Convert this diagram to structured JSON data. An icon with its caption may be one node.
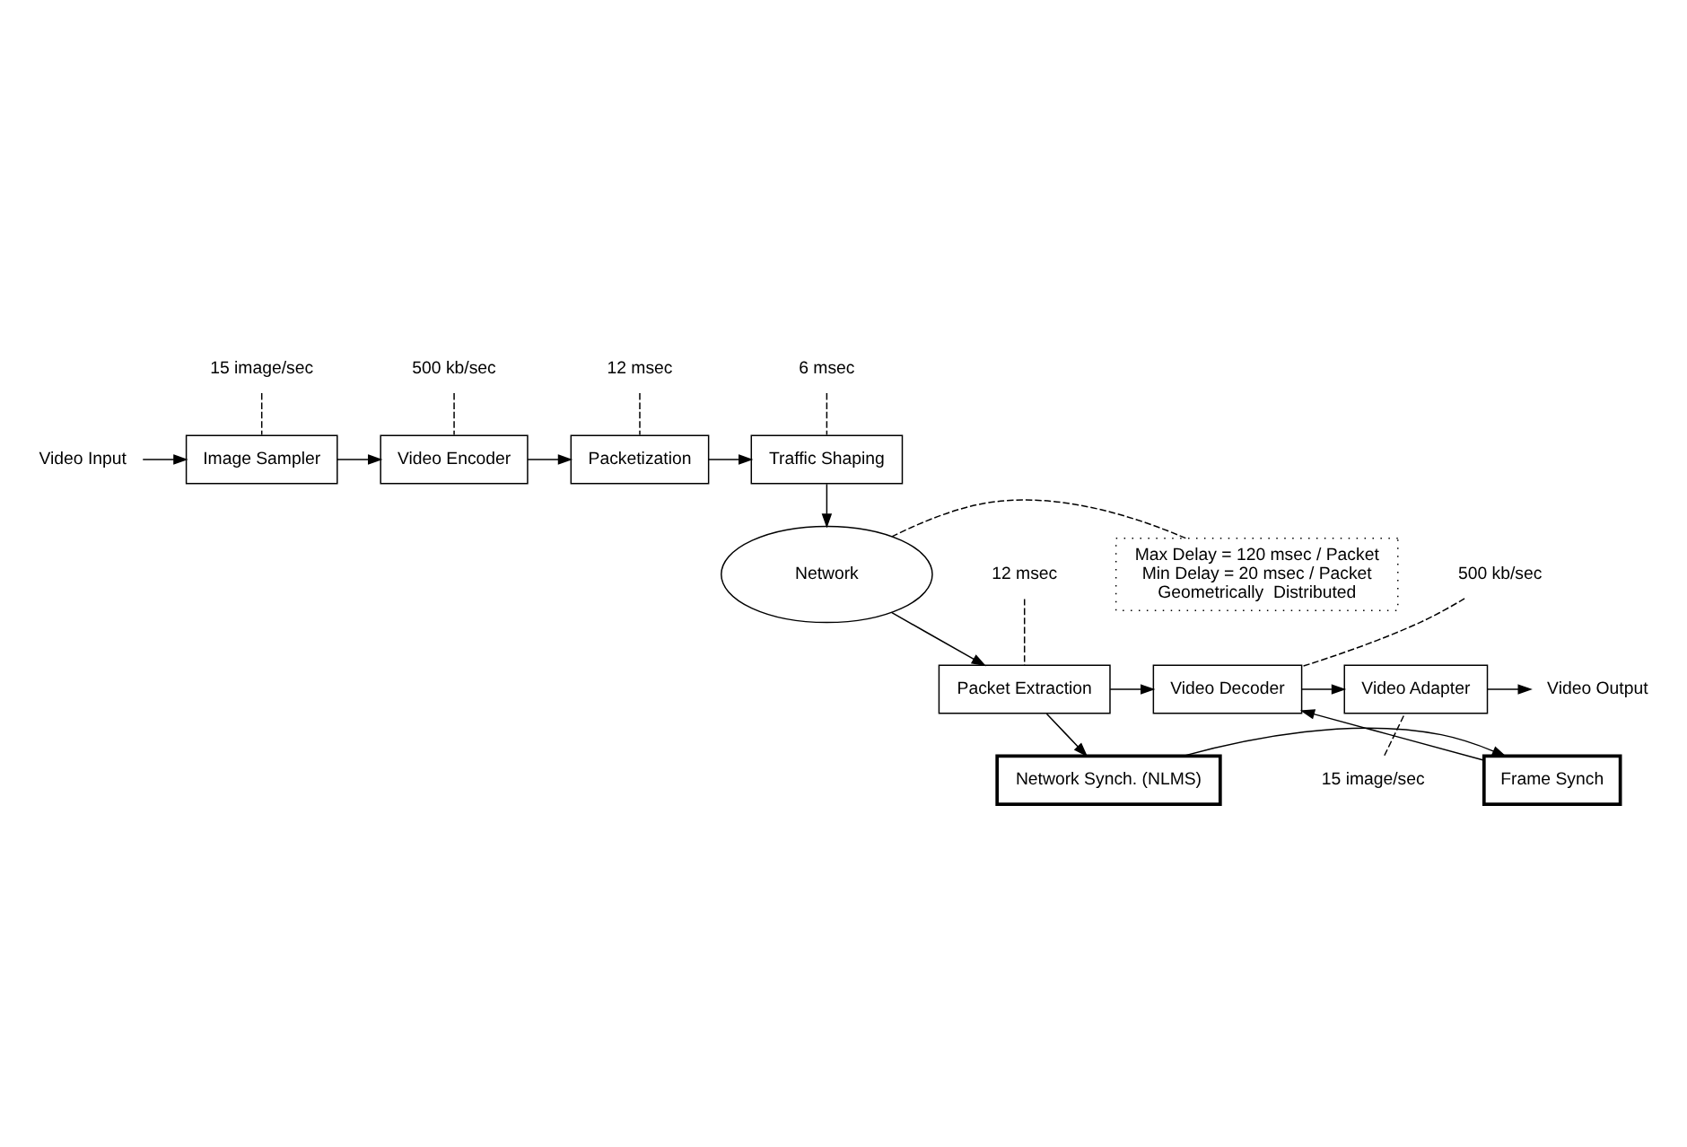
{
  "diagram": {
    "nodes": [
      {
        "text": [
          "Video Input"
        ]
      },
      {
        "text": [
          "Image Sampler"
        ]
      },
      {
        "text": [
          "Video Encoder"
        ]
      },
      {
        "text": [
          "Packetization"
        ]
      },
      {
        "text": [
          "Traffic Shaping"
        ]
      },
      {
        "text": [
          "Network"
        ]
      },
      {
        "text": [
          "Packet Extraction"
        ]
      },
      {
        "text": [
          "Video Decoder"
        ]
      },
      {
        "text": [
          "Video Adapter"
        ]
      },
      {
        "text": [
          "Video Output"
        ]
      },
      {
        "text": [
          "Network Synch. (NLMS)"
        ]
      },
      {
        "text": [
          "Frame Synch"
        ]
      },
      {
        "text": [
          "15 image/sec"
        ]
      },
      {
        "text": [
          "500 kb/sec"
        ]
      },
      {
        "text": [
          "12 msec"
        ]
      },
      {
        "text": [
          "6 msec"
        ]
      },
      {
        "text": [
          "Max Delay = 120 msec / Packet",
          "Min Delay = 20 msec / Packet",
          "Geometrically  Distributed"
        ]
      },
      {
        "text": [
          "12 msec"
        ]
      },
      {
        "text": [
          "500 kb/sec"
        ]
      },
      {
        "text": [
          "15 image/sec"
        ]
      }
    ],
    "edges": [
      {
        "from": 0,
        "to": 1,
        "arrow": "to"
      },
      {
        "from": 1,
        "to": 2,
        "arrow": "to"
      },
      {
        "from": 2,
        "to": 3,
        "arrow": "to"
      },
      {
        "from": 3,
        "to": 4,
        "arrow": "to"
      },
      {
        "from": 4,
        "to": 5,
        "arrow": "to"
      },
      {
        "from": 5,
        "to": 6,
        "arrow": "to"
      },
      {
        "from": 6,
        "to": 7,
        "arrow": "to"
      },
      {
        "from": 6,
        "to": 10,
        "arrow": "to"
      },
      {
        "from": 10,
        "to": 11,
        "arrow": "to"
      },
      {
        "from": 11,
        "to": 7,
        "arrow": "to"
      },
      {
        "from": 7,
        "to": 8,
        "arrow": "to"
      },
      {
        "from": 8,
        "to": 9,
        "arrow": "to"
      },
      {
        "from": 12,
        "to": 1,
        "arrow": "none",
        "style": "dashed"
      },
      {
        "from": 13,
        "to": 2,
        "arrow": "none",
        "style": "dashed"
      },
      {
        "from": 14,
        "to": 3,
        "arrow": "none",
        "style": "dashed"
      },
      {
        "from": 15,
        "to": 4,
        "arrow": "none",
        "style": "dashed"
      },
      {
        "from": 16,
        "to": 5,
        "arrow": "none",
        "style": "dashed"
      },
      {
        "from": 17,
        "to": 6,
        "arrow": "none",
        "style": "dashed"
      },
      {
        "from": 18,
        "to": 7,
        "arrow": "none",
        "style": "dashed"
      },
      {
        "from": 19,
        "to": 8,
        "arrow": "none",
        "style": "dashed"
      }
    ]
  }
}
